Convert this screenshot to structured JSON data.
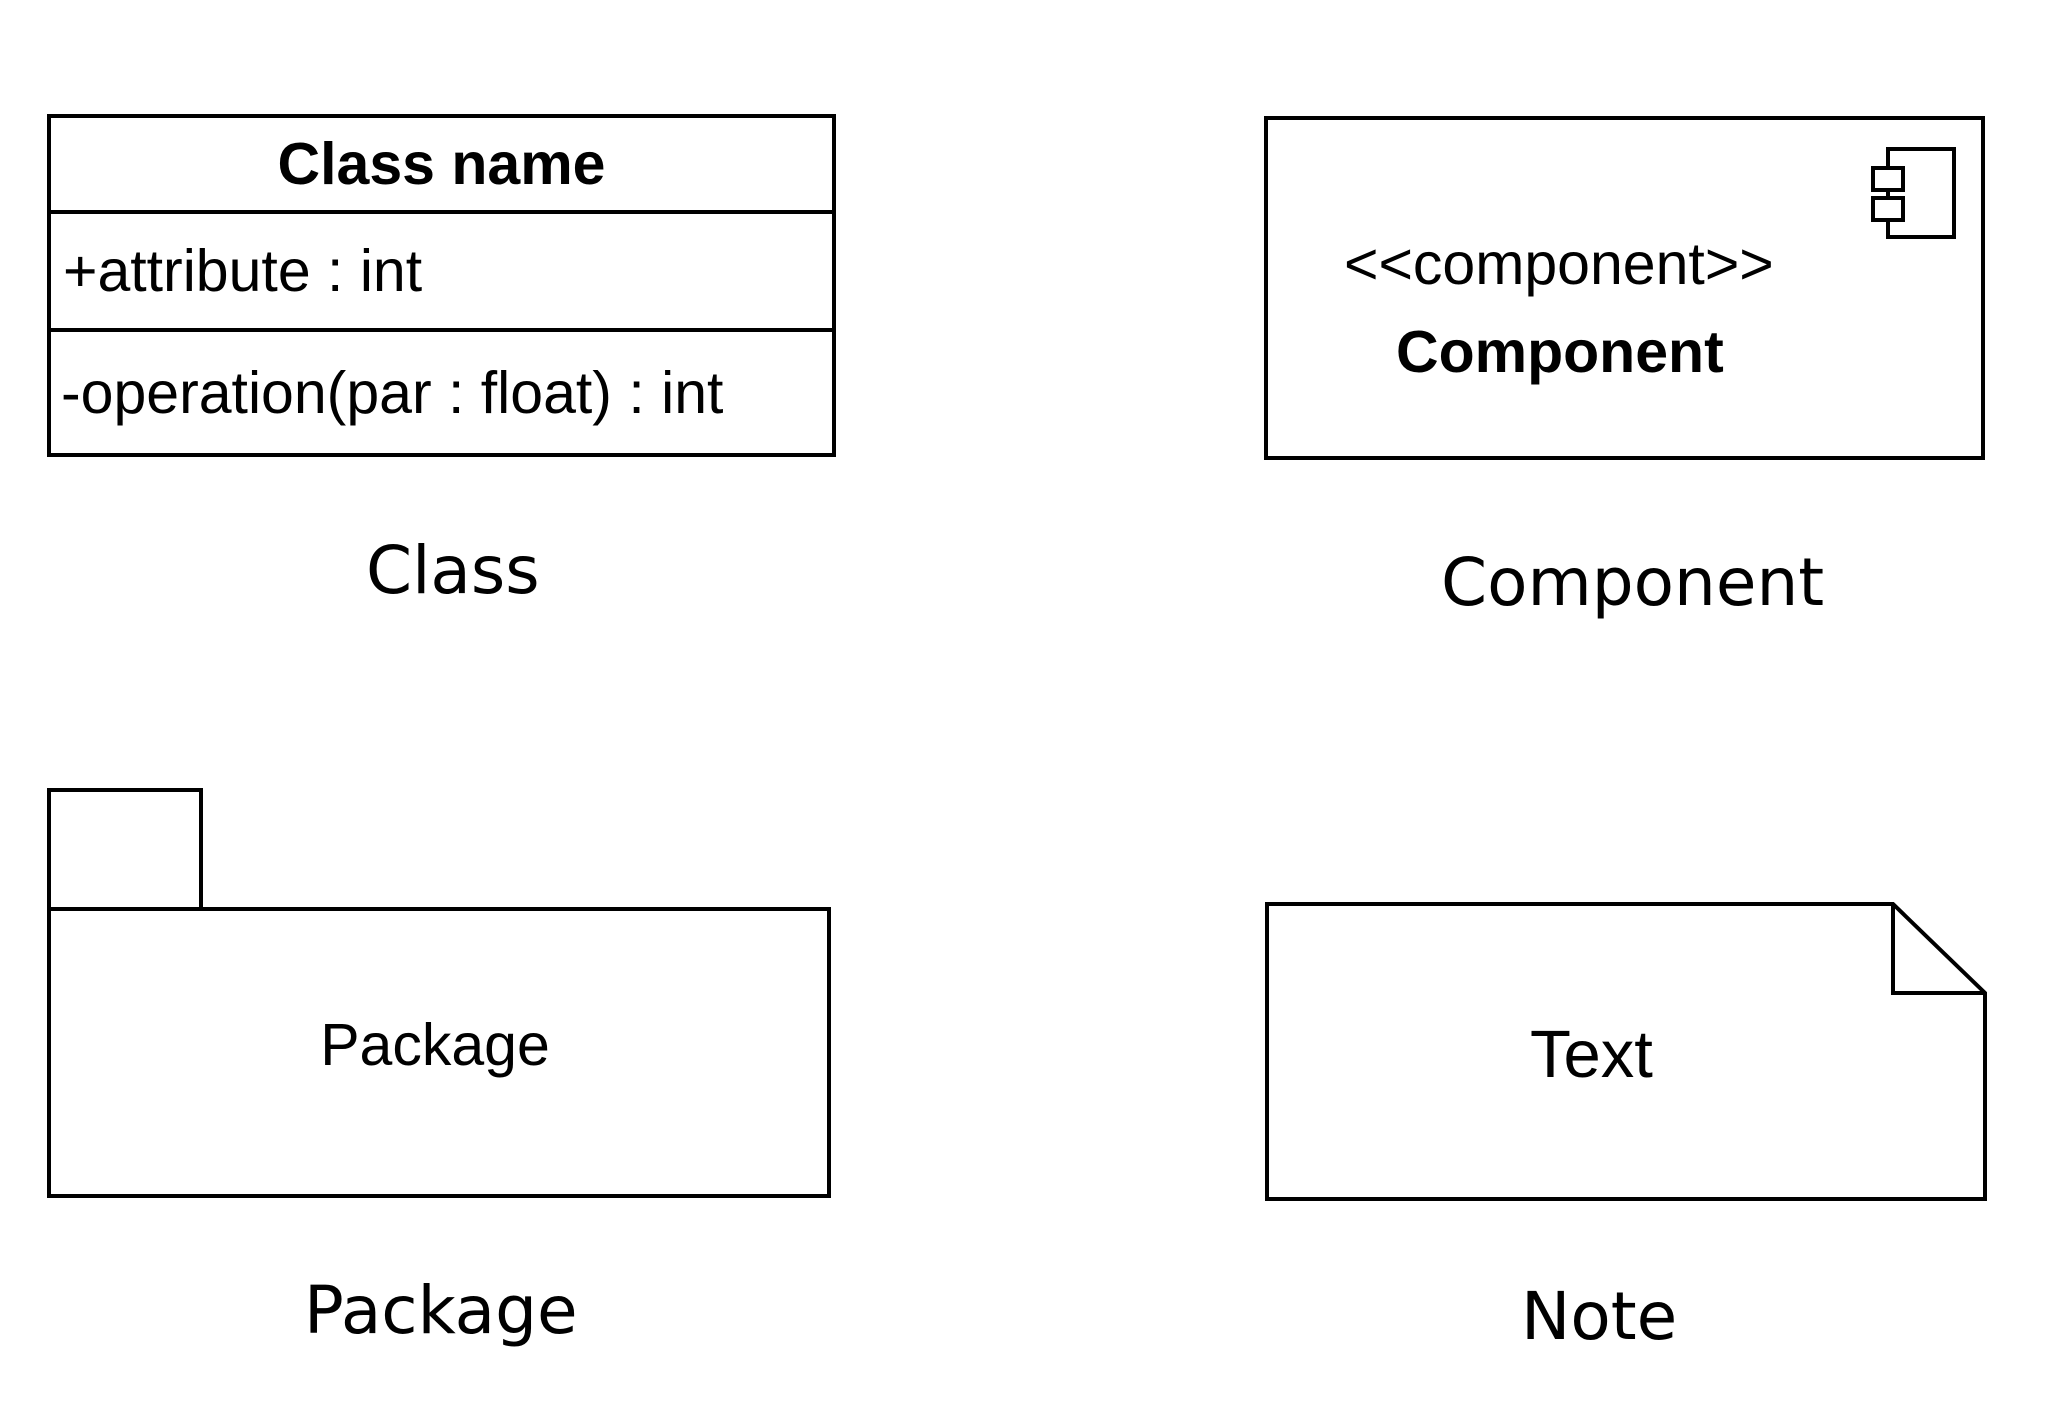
{
  "class_shape": {
    "name": "Class name",
    "attribute": "+attribute : int",
    "operation": "-operation(par : float) : int",
    "caption": "Class"
  },
  "component_shape": {
    "stereotype": "<<component>>",
    "name": "Component",
    "icon": "component-icon",
    "caption": "Component"
  },
  "package_shape": {
    "label": "Package",
    "caption": "Package"
  },
  "note_shape": {
    "text": "Text",
    "caption": "Note"
  }
}
